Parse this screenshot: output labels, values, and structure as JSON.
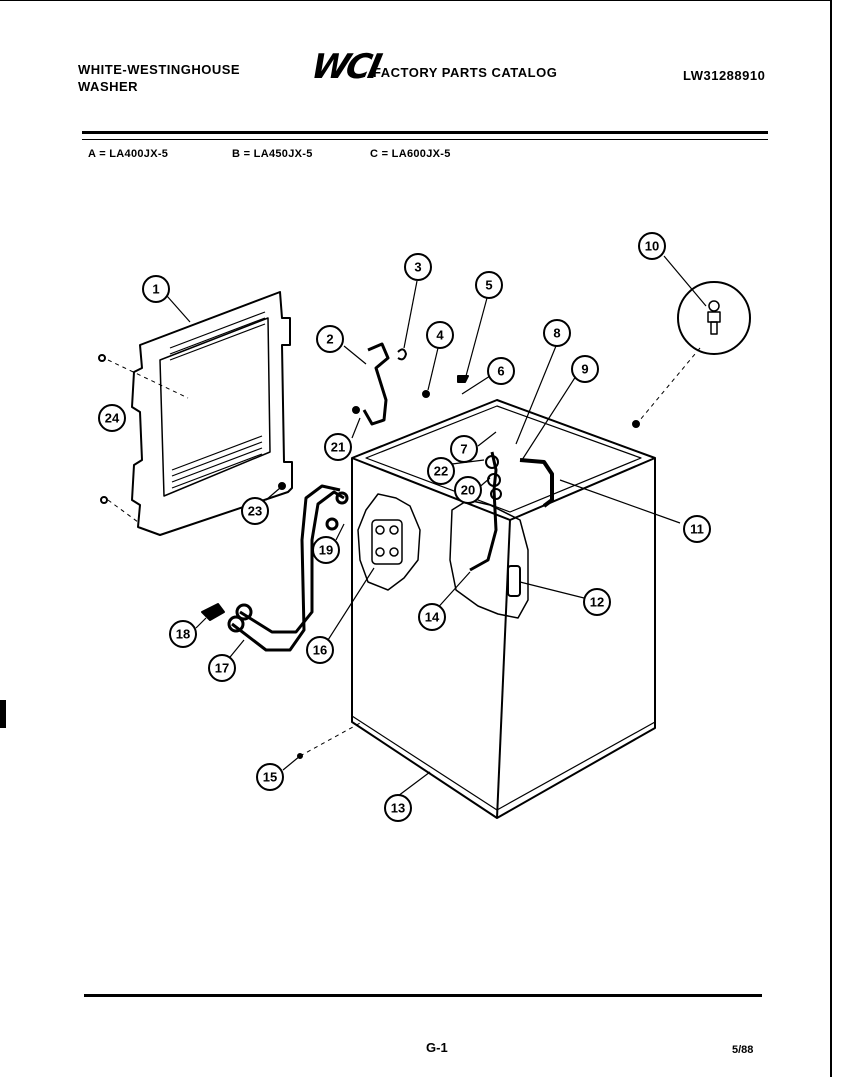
{
  "header": {
    "brand_line1": "WHITE-WESTINGHOUSE",
    "brand_line2": "WASHER",
    "logo_text": "WCI",
    "catalog_title": "FACTORY PARTS CATALOG",
    "catalog_number": "LW31288910"
  },
  "models": [
    {
      "label": "A = LA400JX-5"
    },
    {
      "label": "B = LA450JX-5"
    },
    {
      "label": "C = LA600JX-5"
    }
  ],
  "callouts": [
    "1",
    "2",
    "3",
    "4",
    "5",
    "6",
    "7",
    "8",
    "9",
    "10",
    "11",
    "12",
    "13",
    "14",
    "15",
    "16",
    "17",
    "18",
    "19",
    "20",
    "21",
    "22",
    "23",
    "24"
  ],
  "footer": {
    "page_number": "G-1",
    "date": "5/88"
  }
}
